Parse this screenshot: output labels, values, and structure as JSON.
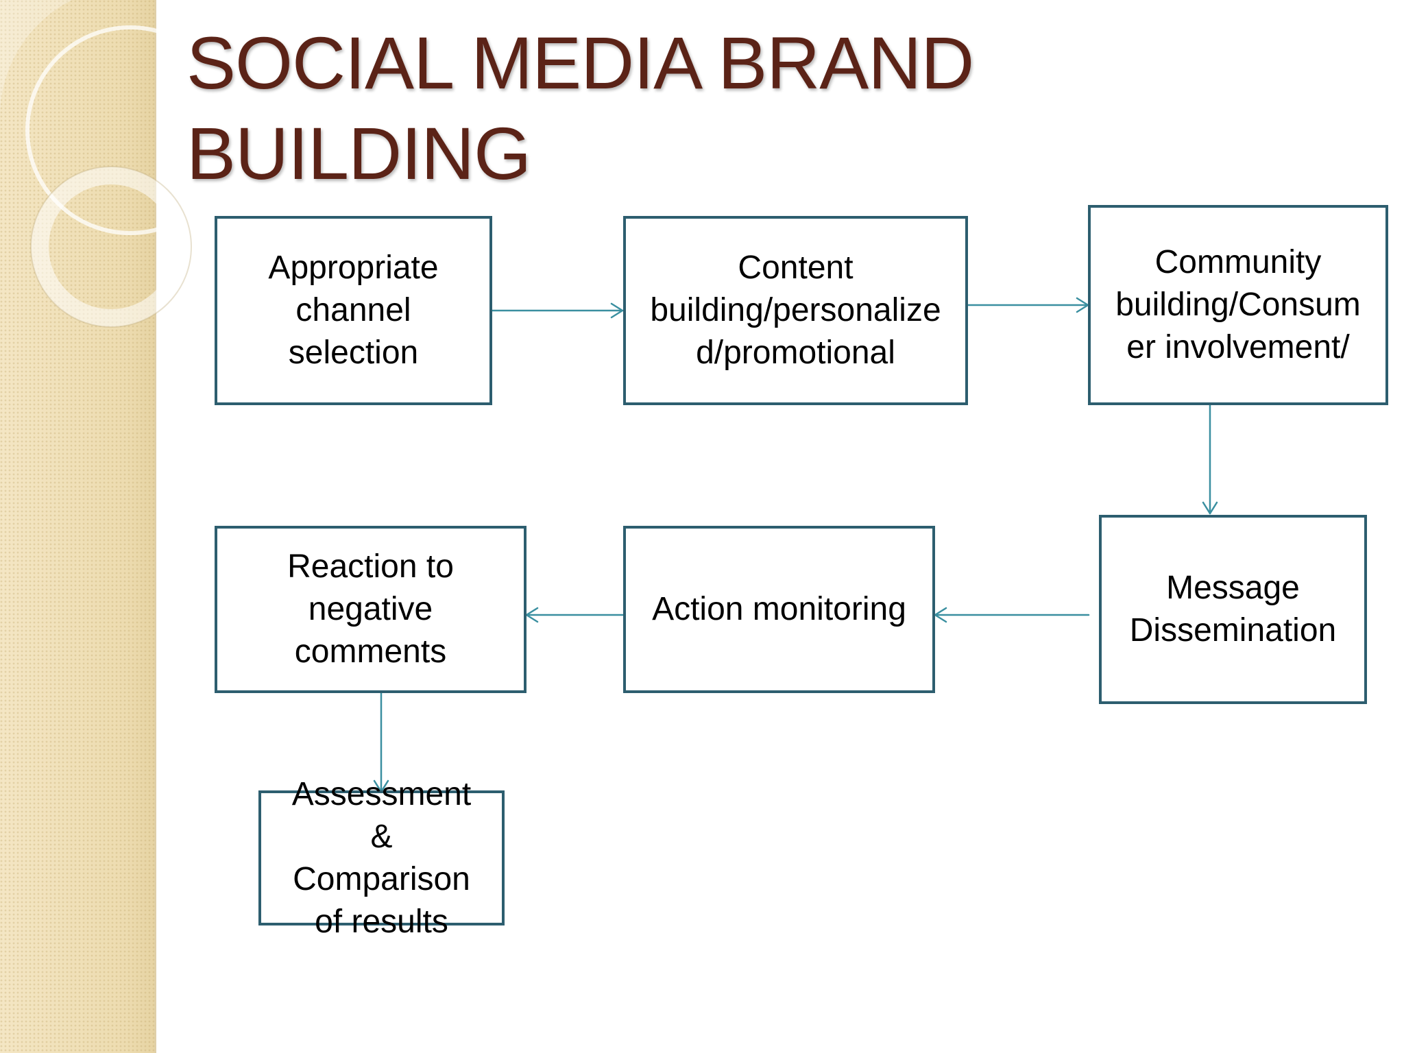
{
  "slide": {
    "title_lines": [
      "SOCIAL MEDIA BRAND",
      "BUILDING"
    ]
  },
  "colors": {
    "title": "#5b2317",
    "box_border": "#2d5e6f",
    "connector": "#3a8fa0",
    "side_panel": "#f1e2bd"
  },
  "nodes": {
    "channel": {
      "text": "Appropriate\nchannel\nselection"
    },
    "content": {
      "text": "Content\nbuilding/personalize\nd/promotional"
    },
    "community": {
      "text": "Community\nbuilding/Consum\ner involvement/"
    },
    "message": {
      "text": "Message\nDissemination"
    },
    "action": {
      "text": "Action monitoring"
    },
    "reaction": {
      "text": "Reaction to\nnegative\ncomments"
    },
    "assessment": {
      "text": "Assessment\n&\nComparison\nof results"
    }
  },
  "edges": [
    {
      "from": "channel",
      "to": "content"
    },
    {
      "from": "content",
      "to": "community"
    },
    {
      "from": "community",
      "to": "message"
    },
    {
      "from": "message",
      "to": "action"
    },
    {
      "from": "action",
      "to": "reaction"
    },
    {
      "from": "reaction",
      "to": "assessment"
    }
  ]
}
